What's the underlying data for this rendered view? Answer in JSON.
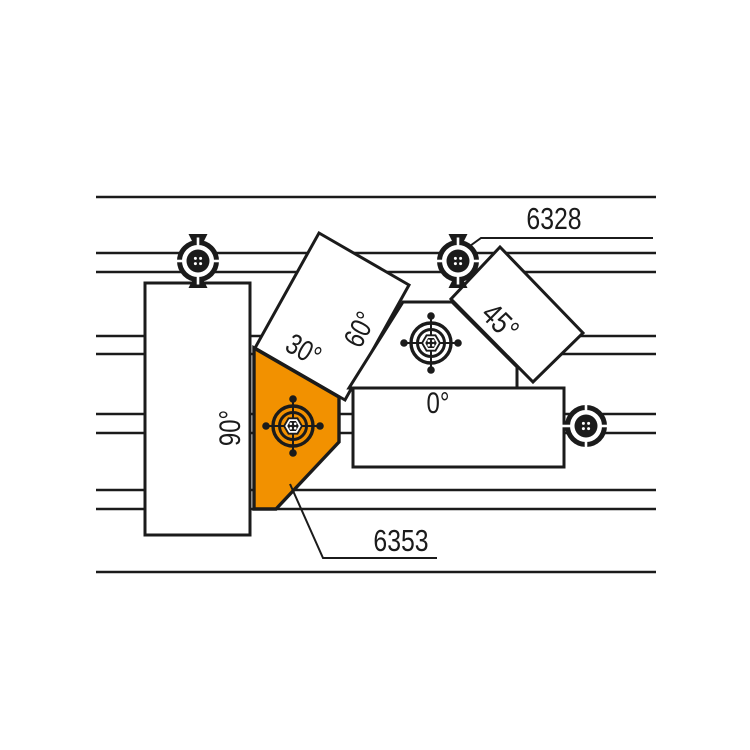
{
  "colors": {
    "background": "#ffffff",
    "line": "#1b1b1b",
    "accent_orange": "#F29100"
  },
  "icons": {
    "rail_clamp": "crosshair-target-clamp",
    "block_clamp": "crosshair-target-hex-nut"
  },
  "labels": {
    "part_numbers": {
      "clamp": "6328",
      "angle_block": "6353"
    },
    "angles": {
      "a90": "90°",
      "a30": "30°",
      "a60": "60°",
      "a45": "45°",
      "a0": "0°"
    }
  }
}
